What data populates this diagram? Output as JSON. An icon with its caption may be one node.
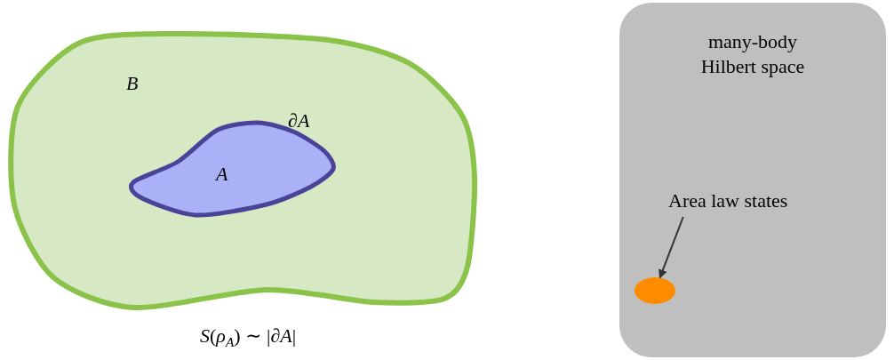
{
  "diagram": {
    "nodes": [
      {
        "text": [
          "B"
        ]
      },
      {
        "text": [
          "A"
        ],
        "in": 0,
        "beside": [
          "∂*A*"
        ]
      },
      {
        "text": [
          "many-body Hilbert space"
        ]
      },
      {
        "text": [
          "Area law states"
        ],
        "in": 2
      },
      {
        "text": [],
        "shape": "ellipse",
        "in": 2
      }
    ],
    "edges": [
      {
        "from": 3,
        "to": 4,
        "arrow": "to"
      }
    ],
    "labels": [
      "*S*(*ρ*$_{A}$) ∼ |∂*A*|"
    ]
  }
}
